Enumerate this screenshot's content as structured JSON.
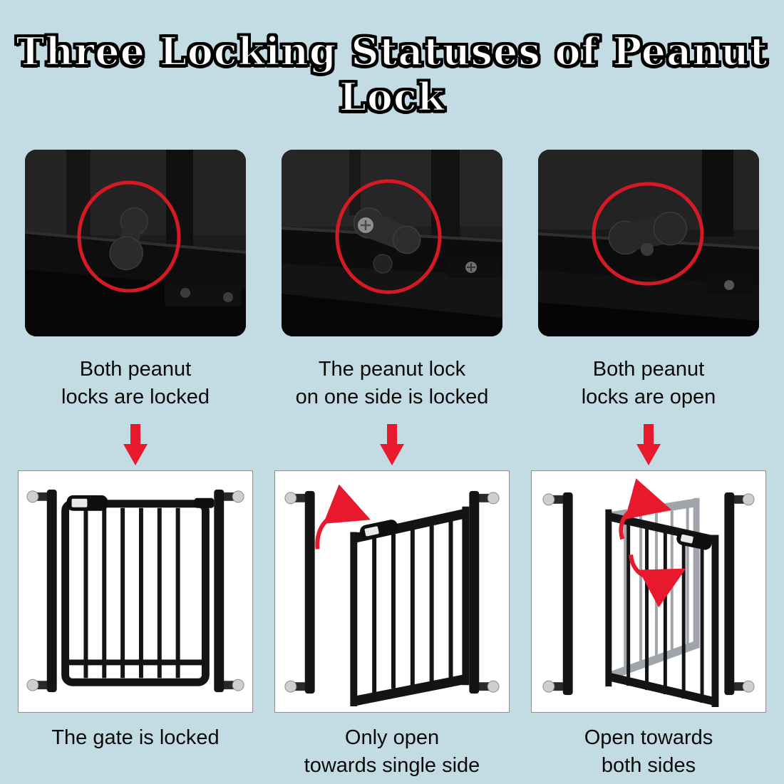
{
  "title": "Three Locking Statuses of Peanut Lock",
  "colors": {
    "background": "#c3dbe2",
    "accent_red": "#e8192c",
    "gate_black": "#141414",
    "panel_white": "#ffffff",
    "photo_dark": "#1c1c1c"
  },
  "columns": [
    {
      "lock_caption": "Both peanut\nlocks are locked",
      "gate_caption": "The gate is locked"
    },
    {
      "lock_caption": "The peanut lock\non one side is locked",
      "gate_caption": "Only open\ntowards single side"
    },
    {
      "lock_caption": "Both peanut\nlocks are open",
      "gate_caption": "Open towards\nboth sides"
    }
  ]
}
